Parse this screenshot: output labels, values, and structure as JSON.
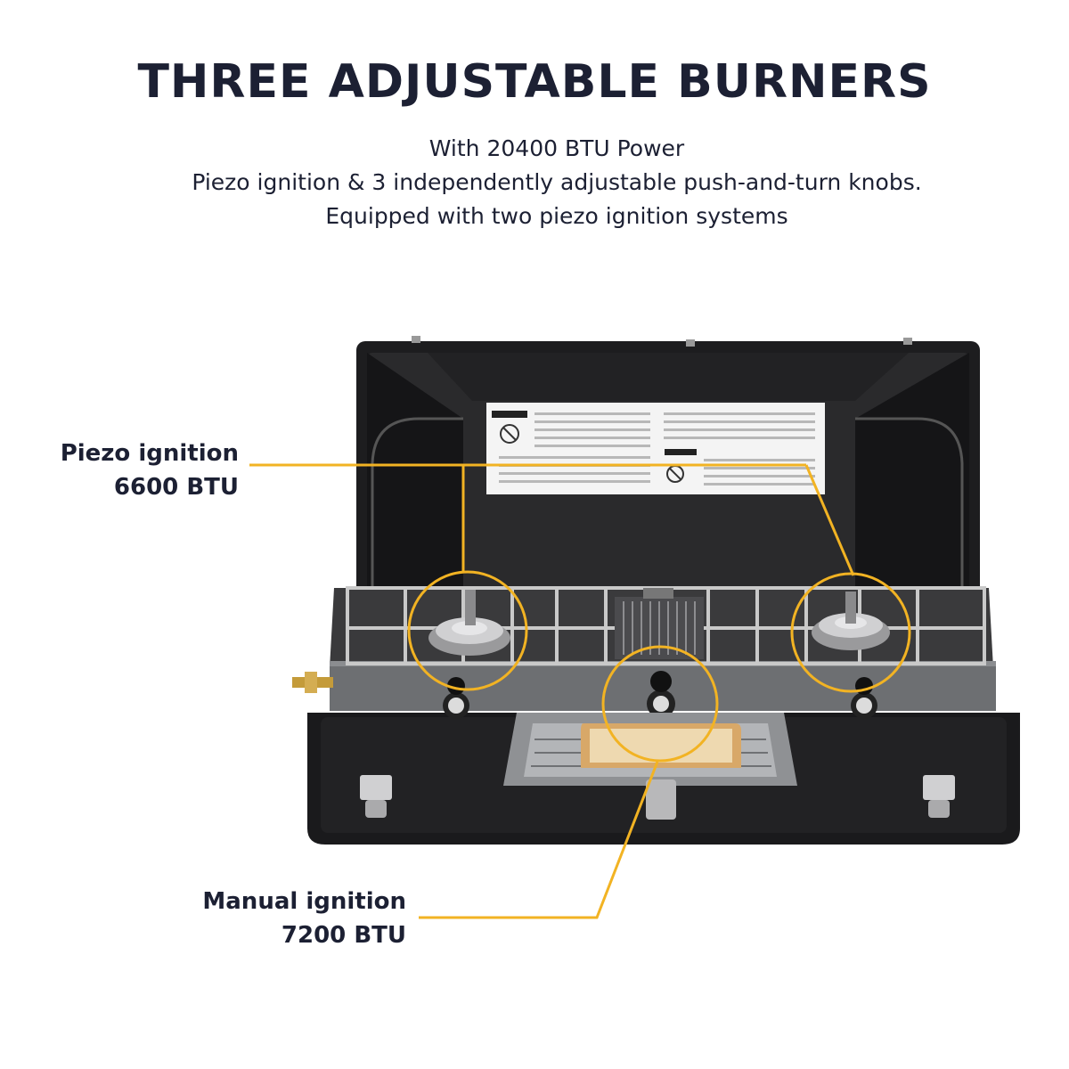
{
  "headline": "THREE ADJUSTABLE BURNERS",
  "subtitle_lines": [
    "With 20400 BTU Power",
    "Piezo ignition & 3 independently adjustable push-and-turn knobs.",
    "Equipped with two piezo ignition systems"
  ],
  "callouts": {
    "piezo": {
      "line1": "Piezo ignition",
      "line2": "6600 BTU"
    },
    "manual": {
      "line1": "Manual ignition",
      "line2": "7200 BTU"
    }
  },
  "colors": {
    "text": "#1c2033",
    "accent": "#f2b323",
    "stove_body": "#1d1d1f",
    "background": "#ffffff"
  }
}
